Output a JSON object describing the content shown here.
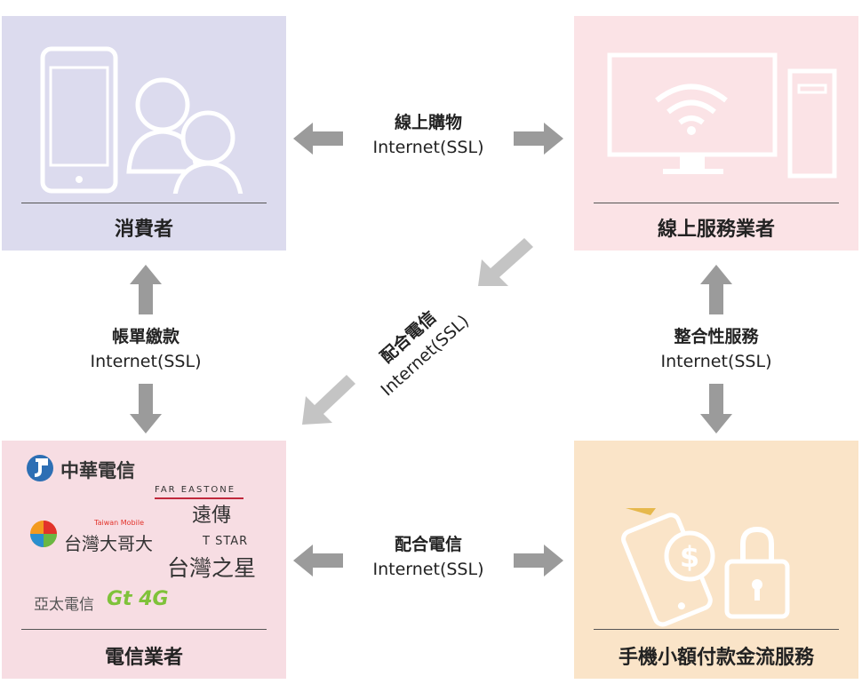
{
  "nodes": {
    "consumer": {
      "title": "消費者"
    },
    "merchant": {
      "title": "線上服務業者"
    },
    "telecom": {
      "title": "電信業者"
    },
    "payment": {
      "title": "手機小額付款金流服務"
    }
  },
  "edges": {
    "top": {
      "line1": "線上購物",
      "line2": "Internet(SSL)"
    },
    "left": {
      "line1": "帳單繳款",
      "line2": "Internet(SSL)"
    },
    "right": {
      "line1": "整合性服務",
      "line2": "Internet(SSL)"
    },
    "bottom": {
      "line1": "配合電信",
      "line2": "Internet(SSL)"
    },
    "diagonal": {
      "line1": "配合電信",
      "line2": "Internet(SSL)"
    }
  },
  "telecom_logos": {
    "cht": "中華電信",
    "fet_en": "FAR EASTONE",
    "fet_zh": "遠傳",
    "twm_en": "Taiwan Mobile",
    "twm_zh": "台灣大哥大",
    "tstar_en": "T STAR",
    "tstar_zh": "台灣之星",
    "aptg_zh": "亞太電信",
    "aptg_mark": "Gt 4G"
  },
  "colors": {
    "consumer_bg": "#dcdbee",
    "merchant_bg": "#fbe3e6",
    "telecom_bg": "#f7dde3",
    "payment_bg": "#fae4c8",
    "arrow": "#9b9b9b",
    "arrow_diagonal": "#c4c4c4",
    "icon": "#ffffff"
  }
}
